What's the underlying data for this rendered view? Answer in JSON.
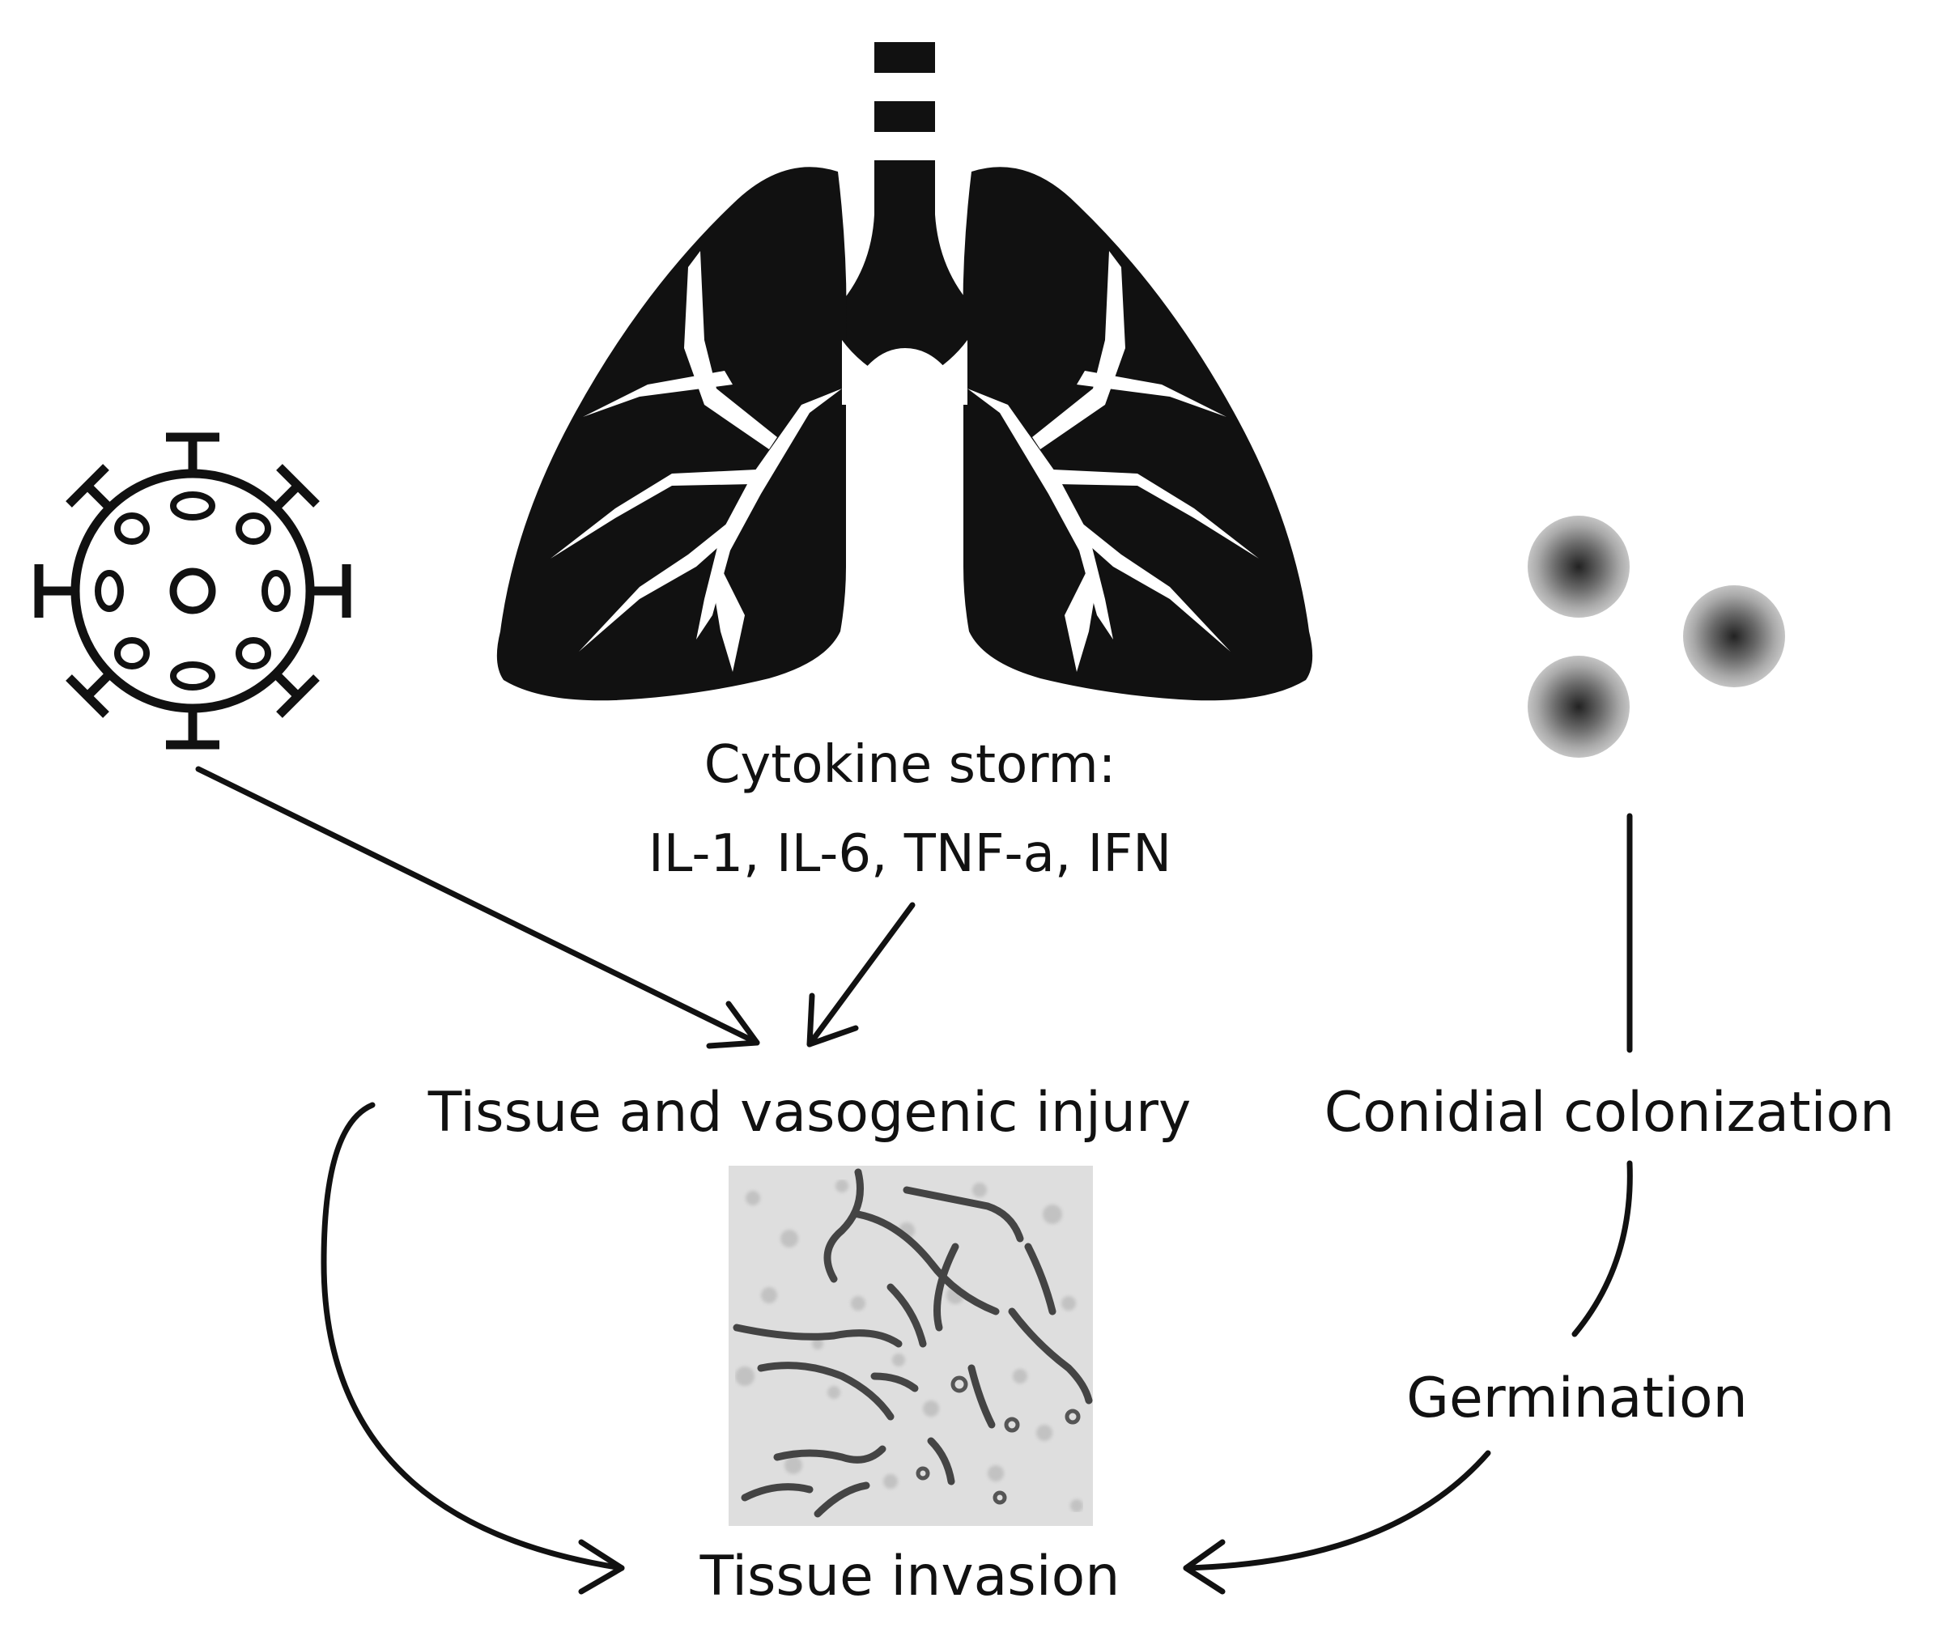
{
  "labels": {
    "cytokine_line1": "Cytokine storm:",
    "cytokine_line2": "IL-1, IL-6, TNF-a, IFN",
    "tissue_injury": "Tissue and vasogenic injury",
    "conidial": "Conidial colonization",
    "germination": "Germination",
    "tissue_invasion": "Tissue invasion"
  },
  "icons": {
    "virus": "virus-icon",
    "lungs": "lungs-icon",
    "conidia": "conidia-spores-icon",
    "histology": "fungal-hyphae-micrograph"
  },
  "colors": {
    "ink": "#111111",
    "background": "#ffffff"
  }
}
